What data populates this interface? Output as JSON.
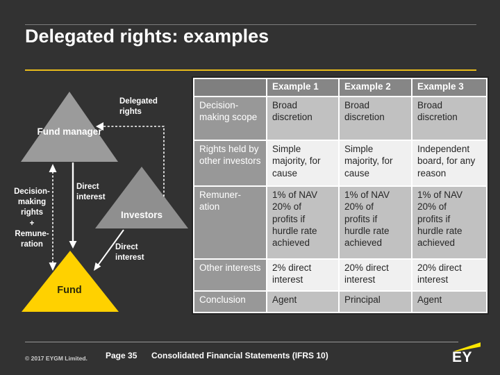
{
  "slide": {
    "title": "Delegated rights: examples"
  },
  "colors": {
    "background": "#323232",
    "ey_yellow": "#FFE600",
    "fund_triangle_yellow": "#FFD100",
    "triangle_gray": "#9B9B9B",
    "accent_rule_yellow": "#E9BC1B"
  },
  "diagram": {
    "fund_manager_label": "Fund manager",
    "investors_label": "Investors",
    "fund_label": "Fund",
    "delegated_rights_label": "Delegated\nrights",
    "direct_interest_top_label": "Direct\ninterest",
    "direct_interest_bottom_label": "Direct\ninterest",
    "decision_remuneration_label": "Decision-\nmaking\nrights\n+\nRemune-\nration"
  },
  "table": {
    "headers": [
      "",
      "Example 1",
      "Example 2",
      "Example 3"
    ],
    "rows": [
      {
        "label": "Decision-making scope",
        "cells": [
          "Broad discretion",
          "Broad discretion",
          "Broad discretion"
        ]
      },
      {
        "label": "Rights held by other investors",
        "cells": [
          "Simple majority, for cause",
          "Simple majority, for cause",
          "Independent board, for any reason"
        ]
      },
      {
        "label": "Remuner-ation",
        "cells": [
          "1% of NAV\n20% of\nprofits if\nhurdle rate\nachieved",
          "1% of NAV\n20% of\nprofits if\nhurdle rate\nachieved",
          "1% of NAV\n20% of\nprofits if\nhurdle rate\nachieved"
        ]
      },
      {
        "label": "Other interests",
        "cells": [
          "2% direct interest",
          "20% direct interest",
          "20% direct interest"
        ]
      },
      {
        "label": "Conclusion",
        "cells": [
          "Agent",
          "Principal",
          "Agent"
        ]
      }
    ]
  },
  "footer": {
    "copyright": "© 2017 EYGM Limited.",
    "page": "Page 35",
    "doc_title": "Consolidated Financial Statements (IFRS 10)",
    "logo_text": "EY"
  }
}
